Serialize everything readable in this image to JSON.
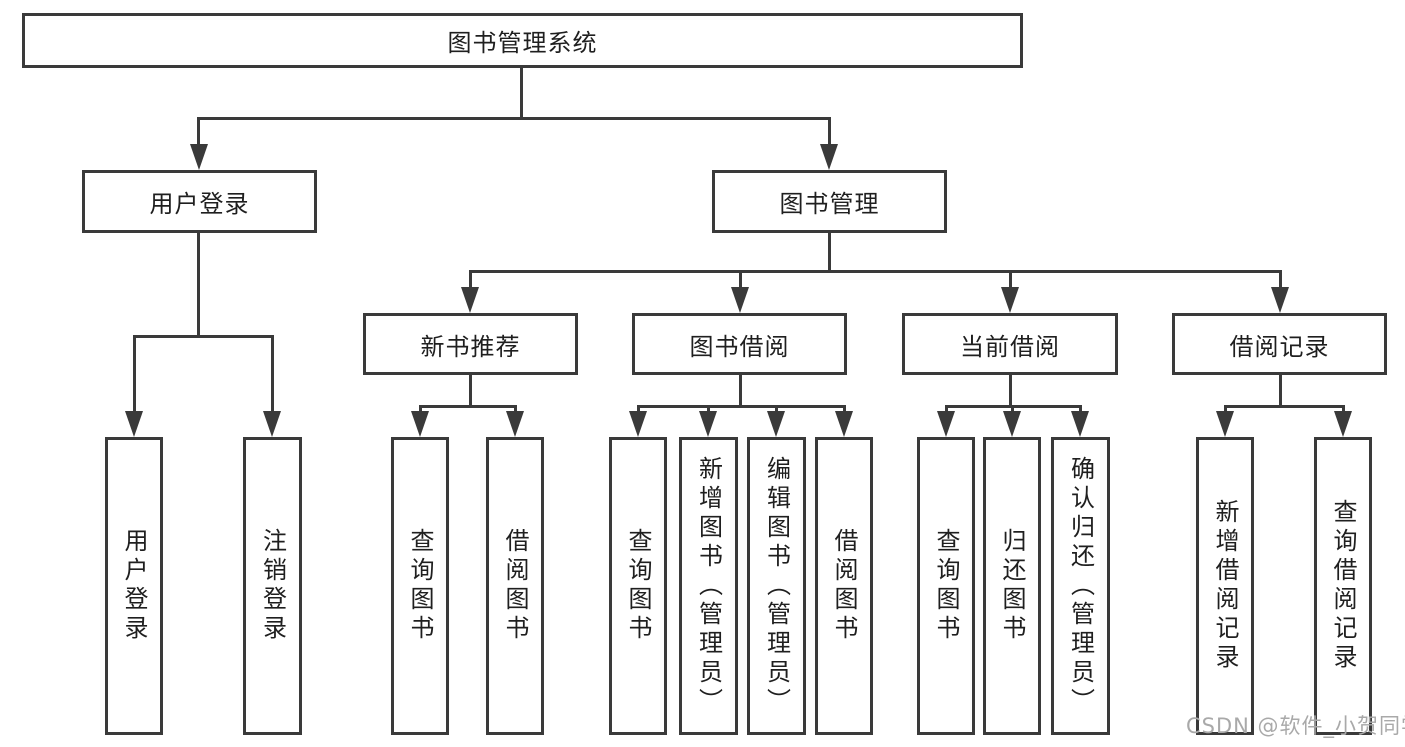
{
  "tree": {
    "root": {
      "label": "图书管理系统"
    },
    "branches": [
      {
        "label": "用户登录",
        "children": [
          {
            "label": "用户登录"
          },
          {
            "label": "注销登录"
          }
        ]
      },
      {
        "label": "图书管理",
        "children": [
          {
            "label": "新书推荐",
            "children": [
              {
                "label": "查询图书"
              },
              {
                "label": "借阅图书"
              }
            ]
          },
          {
            "label": "图书借阅",
            "children": [
              {
                "label": "查询图书"
              },
              {
                "label": "新增图书（管理员）"
              },
              {
                "label": "编辑图书（管理员）"
              },
              {
                "label": "借阅图书"
              }
            ]
          },
          {
            "label": "当前借阅",
            "children": [
              {
                "label": "查询图书"
              },
              {
                "label": "归还图书"
              },
              {
                "label": "确认归还（管理员）"
              }
            ]
          },
          {
            "label": "借阅记录",
            "children": [
              {
                "label": "新增借阅记录"
              },
              {
                "label": "查询借阅记录"
              }
            ]
          }
        ]
      }
    ]
  },
  "watermark": {
    "text": "CSDN @软件_小贺同学"
  },
  "colors": {
    "line": "#3a3a3a",
    "text": "#1f1f1f",
    "watermark": "#a9a9a9",
    "background": "#ffffff"
  }
}
